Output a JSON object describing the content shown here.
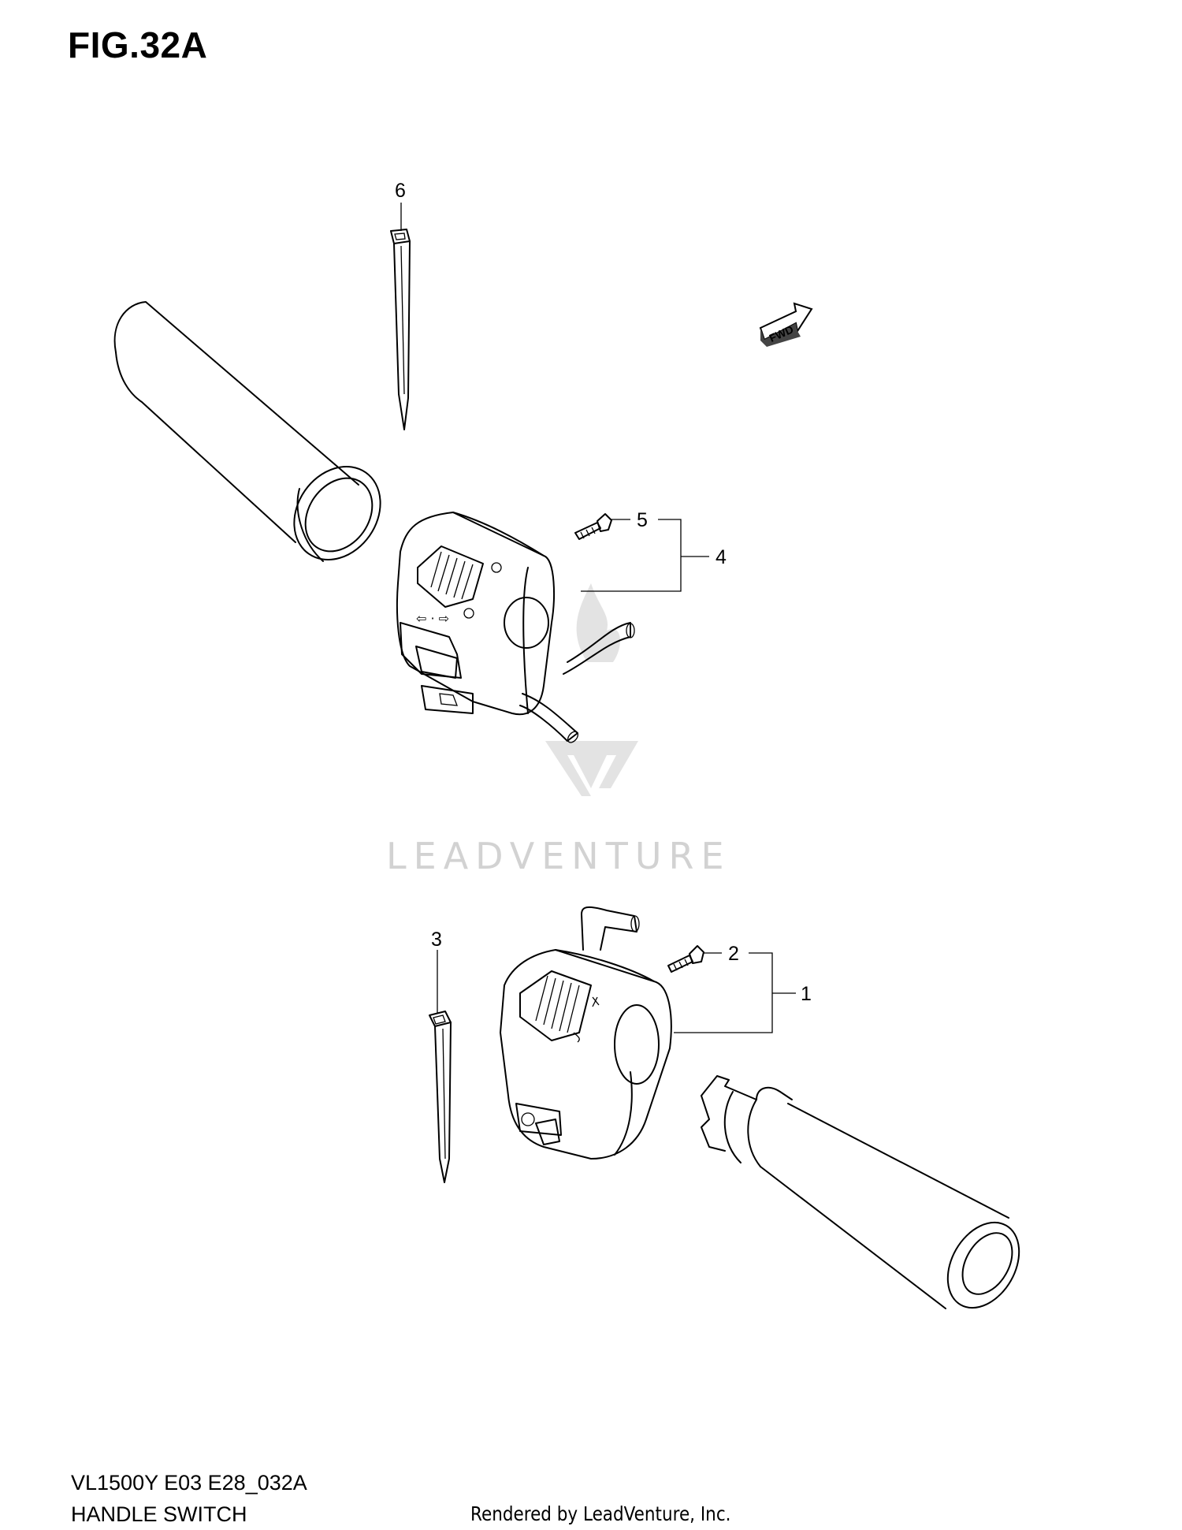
{
  "figure": {
    "title": "FIG.32A"
  },
  "footer": {
    "model_code": "VL1500Y E03 E28_032A",
    "section_name": "HANDLE SWITCH",
    "render_credit": "Rendered by LeadVenture, Inc."
  },
  "fwd_label": "FWD",
  "watermark": {
    "brand": "LEADVENTURE"
  },
  "callouts": [
    {
      "id": "1",
      "label": "1"
    },
    {
      "id": "2",
      "label": "2"
    },
    {
      "id": "3",
      "label": "3"
    },
    {
      "id": "4",
      "label": "4"
    },
    {
      "id": "5",
      "label": "5"
    },
    {
      "id": "6",
      "label": "6"
    }
  ]
}
